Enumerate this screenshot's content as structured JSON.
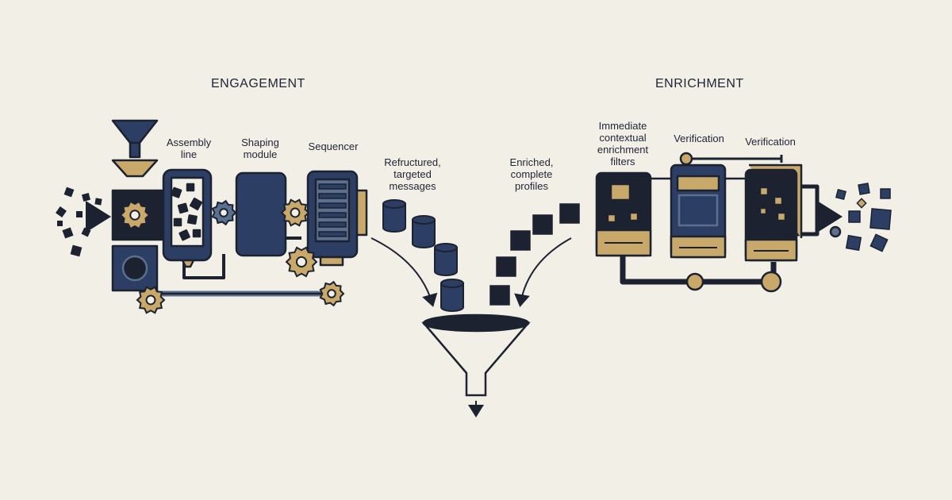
{
  "colors": {
    "navy": "#2c3e63",
    "dark": "#1c2230",
    "gold": "#c9a96a",
    "slate": "#5b6f8f",
    "background": "#f2efe7",
    "line": "#1c2230"
  },
  "sections": {
    "engagement": {
      "title": "ENGAGEMENT"
    },
    "enrichment": {
      "title": "ENRICHMENT"
    }
  },
  "engagement_stages": [
    {
      "label": "Assembly\nline",
      "icon": "assembly-line-machine-icon"
    },
    {
      "label": "Shaping\nmodule",
      "icon": "shaping-module-icon"
    },
    {
      "label": "Sequencer",
      "icon": "sequencer-icon"
    }
  ],
  "enrichment_stages": [
    {
      "label": "Immediate\ncontextual\nenrichment\nfilters",
      "icon": "enrichment-filter-icon"
    },
    {
      "label": "Verification",
      "icon": "verification-machine-icon"
    },
    {
      "label": "Verification",
      "icon": "verification-machine-icon"
    }
  ],
  "flows": {
    "left": {
      "label": "Refructured,\ntargeted\nmessages",
      "item_icon": "cylinder-icon"
    },
    "right": {
      "label": "Enriched,\ncomplete\nprofiles",
      "item_icon": "cube-icon"
    }
  },
  "center": {
    "icon": "funnel-icon"
  }
}
